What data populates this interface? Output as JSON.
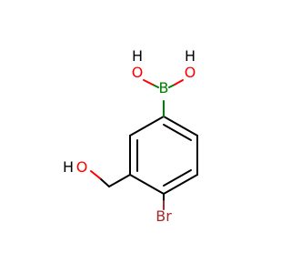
{
  "molecule": {
    "atoms": {
      "boron": "B",
      "oh1_o": "O",
      "oh1_h": "H",
      "oh2_o": "O",
      "oh2_h": "H",
      "ch2oh_o": "O",
      "ch2oh_h": "H",
      "bromine": "Br"
    },
    "colors": {
      "bond": "#000000",
      "boron": "#008000",
      "oxygen": "#ff0000",
      "hydrogen": "#000000",
      "bromine": "#a52a2a"
    }
  }
}
